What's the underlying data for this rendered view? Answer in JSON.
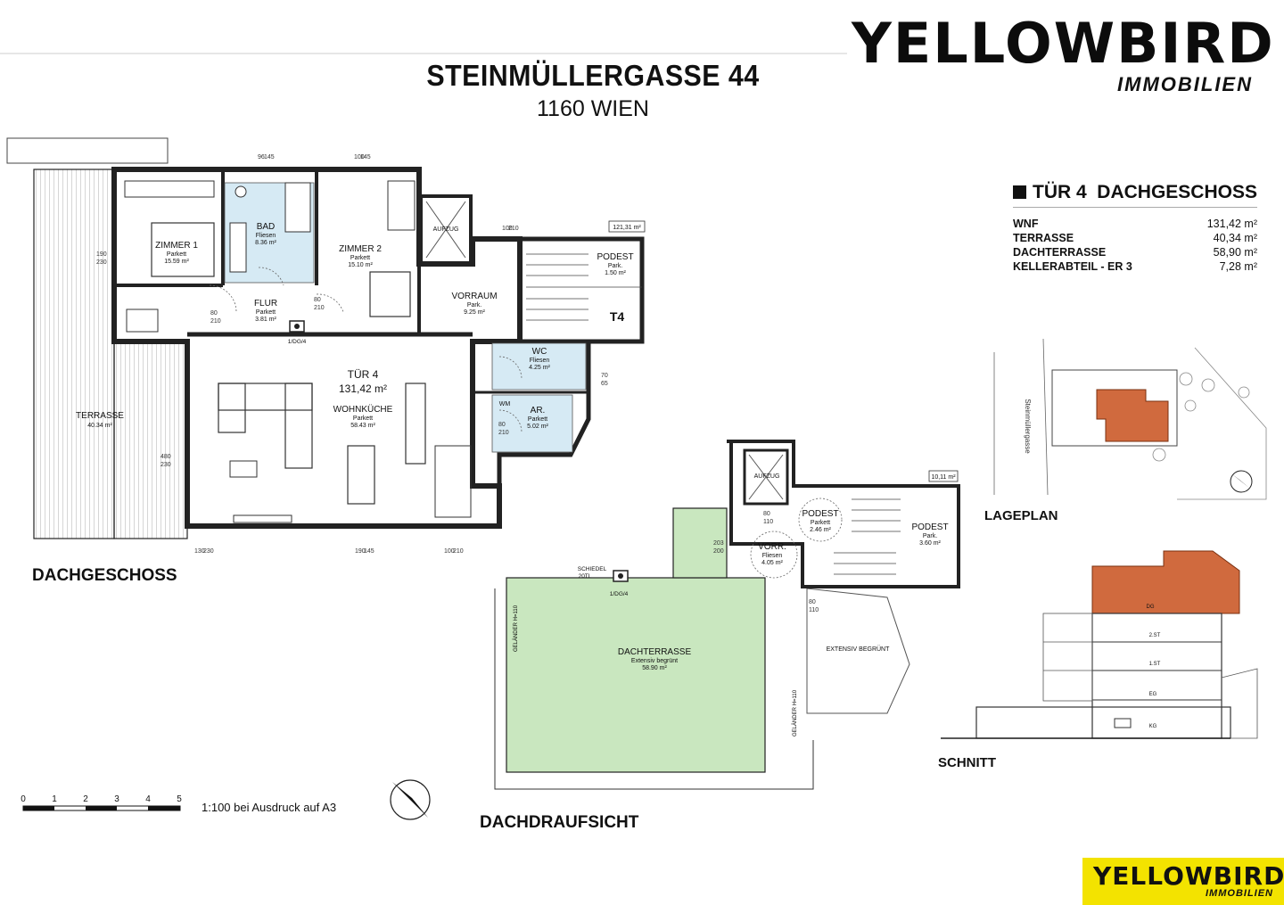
{
  "brand": {
    "logo": "YELLOWBIRD",
    "sub": "IMMOBILIEN"
  },
  "address": {
    "street": "STEINMÜLLERGASSE 44",
    "city": "1160 WIEN"
  },
  "unit": {
    "title": "TÜR 4",
    "floor": "DACHGESCHOSS",
    "areas": [
      {
        "label": "WNF",
        "value": "131,42 m²"
      },
      {
        "label": "TERRASSE",
        "value": "40,34 m²"
      },
      {
        "label": "DACHTERRASSE",
        "value": "58,90 m²"
      },
      {
        "label": "KELLERABTEIL - ER 3",
        "value": "7,28 m²"
      }
    ]
  },
  "captions": {
    "floor_plan": "DACHGESCHOSS",
    "roof_view": "DACHDRAUFSICHT",
    "site_plan": "LAGEPLAN",
    "section": "SCHNITT"
  },
  "scale": {
    "ticks": [
      "0",
      "1",
      "2",
      "3",
      "4",
      "5"
    ],
    "note": "1:100 bei Ausdruck auf A3"
  },
  "plan": {
    "apartment_label": "TÜR 4",
    "apartment_area": "131,42 m²",
    "area_tag_main": "121,31 m²",
    "area_tag_roof": "10,11 m²",
    "rooms": [
      {
        "name": "ZIMMER 1",
        "floor": "Parkett",
        "area": "15.59 m²"
      },
      {
        "name": "BAD",
        "floor": "Fliesen",
        "area": "8.36 m²"
      },
      {
        "name": "ZIMMER 2",
        "floor": "Parkett",
        "area": "15.10 m²"
      },
      {
        "name": "FLUR",
        "floor": "Parkett",
        "area": "3.81 m²"
      },
      {
        "name": "VORRAUM",
        "floor": "Park.",
        "area": "9.25 m²"
      },
      {
        "name": "PODEST",
        "floor": "Park.",
        "area": "1.50 m²"
      },
      {
        "name": "WC",
        "floor": "Fliesen",
        "area": "4.25 m²"
      },
      {
        "name": "AR.",
        "floor": "Parkett",
        "area": "5.02 m²"
      },
      {
        "name": "WOHNKÜCHE",
        "floor": "Parkett",
        "area": "58.43 m²"
      },
      {
        "name": "TERRASSE",
        "floor": "",
        "area": "40.34 m²"
      },
      {
        "name": "PODEST",
        "floor": "Parkett",
        "area": "2.46 m²"
      },
      {
        "name": "PODEST",
        "floor": "Park.",
        "area": "3.60 m²"
      },
      {
        "name": "VORR.",
        "floor": "Fliesen",
        "area": "4.05 m²"
      },
      {
        "name": "DACHTERRASSE",
        "floor": "Extensiv begrünt",
        "area": "58.90 m²"
      }
    ],
    "labels": {
      "aufzug": "AUFZUG",
      "t4": "T4",
      "wm": "WM",
      "extensiv": "EXTENSIV BEGRÜNT",
      "schiedel": "SCHIEDEL",
      "schiedel_sub": "20TL",
      "flue": "1/DG/4",
      "railing": "GELÄNDER H=110",
      "section_levels": [
        "DG",
        "2.ST",
        "1.ST",
        "EG",
        "KG"
      ],
      "street": "Steinmüllergasse"
    },
    "dims": [
      "190",
      "230",
      "480",
      "230",
      "130",
      "230",
      "190",
      "145",
      "100",
      "210",
      "80",
      "210",
      "96",
      "145",
      "100",
      "145",
      "100",
      "210",
      "80",
      "210",
      "70",
      "65",
      "80",
      "210",
      "80",
      "110",
      "203",
      "200",
      "80",
      "110"
    ]
  },
  "colors": {
    "terrace_green": "#c9e7bf",
    "bath_blue": "#d6eaf4",
    "highlight_orange": "#d06a3e",
    "badge_yellow": "#f3e300"
  }
}
